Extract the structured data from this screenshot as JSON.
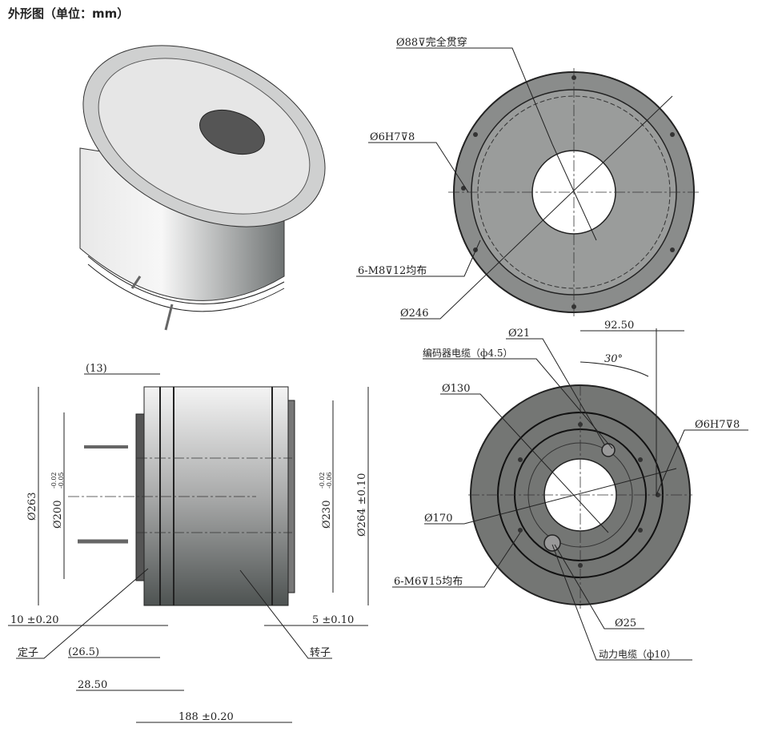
{
  "title": "外形图（单位：mm）",
  "front_view": {
    "through_hole": "Ø88⊽完全贯穿",
    "pin_hole": "Ø6H7⊽8",
    "thread_holes": "6-M8⊽12均布",
    "bolt_circle": "Ø246"
  },
  "side_view": {
    "dim_13": "(13)",
    "dim_263": "Ø263",
    "dim_200": "Ø200",
    "tol_200_upper": "-0.02",
    "tol_200_lower": "-0.05",
    "dim_230": "Ø230",
    "tol_230_upper": "-0.02",
    "tol_230_lower": "-0.06",
    "dim_264": "Ø264 ±0.10",
    "dim_10": "10 ±0.20",
    "dim_5": "5 ±0.10",
    "stator": "定子",
    "rotor": "转子",
    "dim_26_5": "(26.5)",
    "dim_28_50": "28.50",
    "dim_188": "188 ±0.20"
  },
  "rear_view": {
    "dim_92_50": "92.50",
    "dim_21": "Ø21",
    "encoder_cable": "编码器电缆（ф4.5）",
    "angle": "30°",
    "dim_130": "Ø130",
    "pin_hole": "Ø6H7⊽8",
    "dim_170": "Ø170",
    "thread_holes": "6-M6⊽15均布",
    "dim_25": "Ø25",
    "power_cable": "动力电缆（ф10）"
  }
}
